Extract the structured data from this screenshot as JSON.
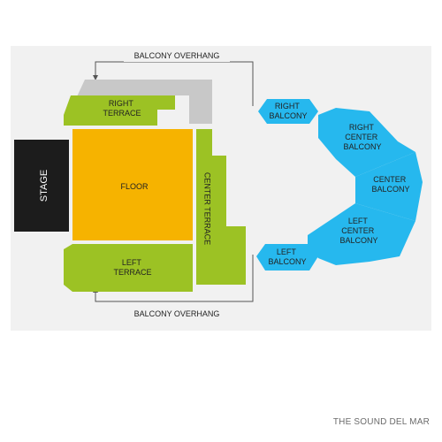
{
  "venue_name": "THE SOUND DEL MAR",
  "labels": {
    "balcony_overhang_top": "BALCONY OVERHANG",
    "balcony_overhang_bottom": "BALCONY OVERHANG",
    "stage": "STAGE",
    "floor": "FLOOR",
    "right_terrace": [
      "RIGHT",
      "TERRACE"
    ],
    "left_terrace": [
      "LEFT",
      "TERRACE"
    ],
    "center_terrace": "CENTER TERRACE",
    "right_balcony": [
      "RIGHT",
      "BALCONY"
    ],
    "right_center_balcony": [
      "RIGHT",
      "CENTER",
      "BALCONY"
    ],
    "center_balcony": [
      "CENTER",
      "BALCONY"
    ],
    "left_center_balcony": [
      "LEFT",
      "CENTER",
      "BALCONY"
    ],
    "left_balcony": [
      "LEFT",
      "BALCONY"
    ]
  },
  "colors": {
    "background_panel": "#f1f1f1",
    "stage": "#1c1c1c",
    "floor": "#f6b300",
    "terrace": "#9cc224",
    "balcony": "#26b8ee",
    "overhang": "#c8c8c8"
  }
}
